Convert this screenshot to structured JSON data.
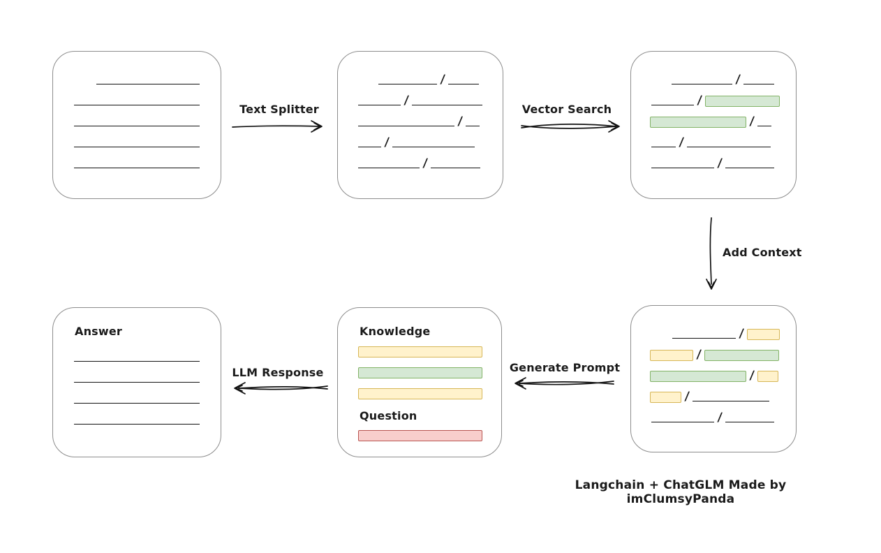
{
  "diagram": {
    "caption": "Langchain + ChatGLM Made by imClumsyPanda",
    "slash": "/",
    "colors": {
      "ink": "#111111",
      "box_border": "#8c8c8c",
      "green_fill": "#d5e8d4",
      "green_border": "#82b366",
      "yellow_fill": "#fff2cc",
      "yellow_border": "#d6b656",
      "red_fill": "#f8cecc",
      "red_border": "#b85450"
    },
    "arrows": {
      "text_splitter": {
        "label": "Text Splitter"
      },
      "vector_search": {
        "label": "Vector Search"
      },
      "add_context": {
        "label": "Add Context"
      },
      "generate_prompt": {
        "label": "Generate Prompt"
      },
      "llm_response": {
        "label": "LLM Response"
      }
    },
    "boxes": {
      "source_document": {
        "rows": [
          {
            "indent": 62,
            "segs": [
              {
                "t": "line",
                "w": 148
              }
            ]
          },
          {
            "indent": 30,
            "segs": [
              {
                "t": "line",
                "w": 180
              }
            ]
          },
          {
            "indent": 30,
            "segs": [
              {
                "t": "line",
                "w": 180
              }
            ]
          },
          {
            "indent": 30,
            "segs": [
              {
                "t": "line",
                "w": 180
              }
            ]
          },
          {
            "indent": 30,
            "segs": [
              {
                "t": "line",
                "w": 180
              }
            ]
          }
        ]
      },
      "split_document": {
        "rows": [
          {
            "indent": 58,
            "segs": [
              {
                "t": "line",
                "w": 84
              },
              {
                "t": "slash"
              },
              {
                "t": "line",
                "w": 44
              }
            ]
          },
          {
            "indent": 29,
            "segs": [
              {
                "t": "line",
                "w": 61
              },
              {
                "t": "slash"
              },
              {
                "t": "line",
                "w": 101
              }
            ]
          },
          {
            "indent": 29,
            "segs": [
              {
                "t": "line",
                "w": 138
              },
              {
                "t": "slash"
              },
              {
                "t": "line",
                "w": 20
              }
            ]
          },
          {
            "indent": 29,
            "segs": [
              {
                "t": "line",
                "w": 33
              },
              {
                "t": "slash"
              },
              {
                "t": "line",
                "w": 118
              }
            ]
          },
          {
            "indent": 29,
            "segs": [
              {
                "t": "line",
                "w": 88
              },
              {
                "t": "slash"
              },
              {
                "t": "line",
                "w": 71
              }
            ]
          }
        ]
      },
      "search_result": {
        "rows": [
          {
            "indent": 58,
            "segs": [
              {
                "t": "line",
                "w": 87
              },
              {
                "t": "slash"
              },
              {
                "t": "line",
                "w": 44
              }
            ]
          },
          {
            "indent": 29,
            "segs": [
              {
                "t": "line",
                "w": 61
              },
              {
                "t": "slash"
              },
              {
                "t": "green",
                "w": 107
              }
            ]
          },
          {
            "indent": 27,
            "segs": [
              {
                "t": "green",
                "w": 138
              },
              {
                "t": "slash"
              },
              {
                "t": "line",
                "w": 20
              }
            ]
          },
          {
            "indent": 29,
            "segs": [
              {
                "t": "line",
                "w": 35
              },
              {
                "t": "slash"
              },
              {
                "t": "line",
                "w": 120
              }
            ]
          },
          {
            "indent": 29,
            "segs": [
              {
                "t": "line",
                "w": 90
              },
              {
                "t": "slash"
              },
              {
                "t": "line",
                "w": 70
              }
            ]
          }
        ]
      },
      "context_document": {
        "rows": [
          {
            "indent": 59,
            "segs": [
              {
                "t": "line",
                "w": 91
              },
              {
                "t": "slash"
              },
              {
                "t": "yellow",
                "w": 47
              }
            ]
          },
          {
            "indent": 27,
            "segs": [
              {
                "t": "yellow",
                "w": 62
              },
              {
                "t": "slash"
              },
              {
                "t": "green",
                "w": 107
              }
            ]
          },
          {
            "indent": 27,
            "segs": [
              {
                "t": "green",
                "w": 138
              },
              {
                "t": "slash"
              },
              {
                "t": "yellow",
                "w": 30
              }
            ]
          },
          {
            "indent": 27,
            "segs": [
              {
                "t": "yellow",
                "w": 45
              },
              {
                "t": "slash"
              },
              {
                "t": "line",
                "w": 110
              }
            ]
          },
          {
            "indent": 29,
            "segs": [
              {
                "t": "line",
                "w": 90
              },
              {
                "t": "slash"
              },
              {
                "t": "line",
                "w": 70
              }
            ]
          }
        ]
      },
      "prompt": {
        "knowledge_label": "Knowledge",
        "question_label": "Question",
        "knowledge_rows": [
          {
            "indent": 29,
            "segs": [
              {
                "t": "yellow",
                "w": 178
              }
            ]
          },
          {
            "indent": 29,
            "segs": [
              {
                "t": "green",
                "w": 178
              }
            ]
          },
          {
            "indent": 29,
            "segs": [
              {
                "t": "yellow",
                "w": 178
              }
            ]
          }
        ],
        "question_rows": [
          {
            "indent": 29,
            "segs": [
              {
                "t": "red",
                "w": 178
              }
            ]
          }
        ]
      },
      "answer": {
        "label": "Answer",
        "rows": [
          {
            "indent": 30,
            "segs": [
              {
                "t": "line",
                "w": 180
              }
            ]
          },
          {
            "indent": 30,
            "segs": [
              {
                "t": "line",
                "w": 180
              }
            ]
          },
          {
            "indent": 30,
            "segs": [
              {
                "t": "line",
                "w": 180
              }
            ]
          },
          {
            "indent": 30,
            "segs": [
              {
                "t": "line",
                "w": 180
              }
            ]
          }
        ]
      }
    }
  }
}
